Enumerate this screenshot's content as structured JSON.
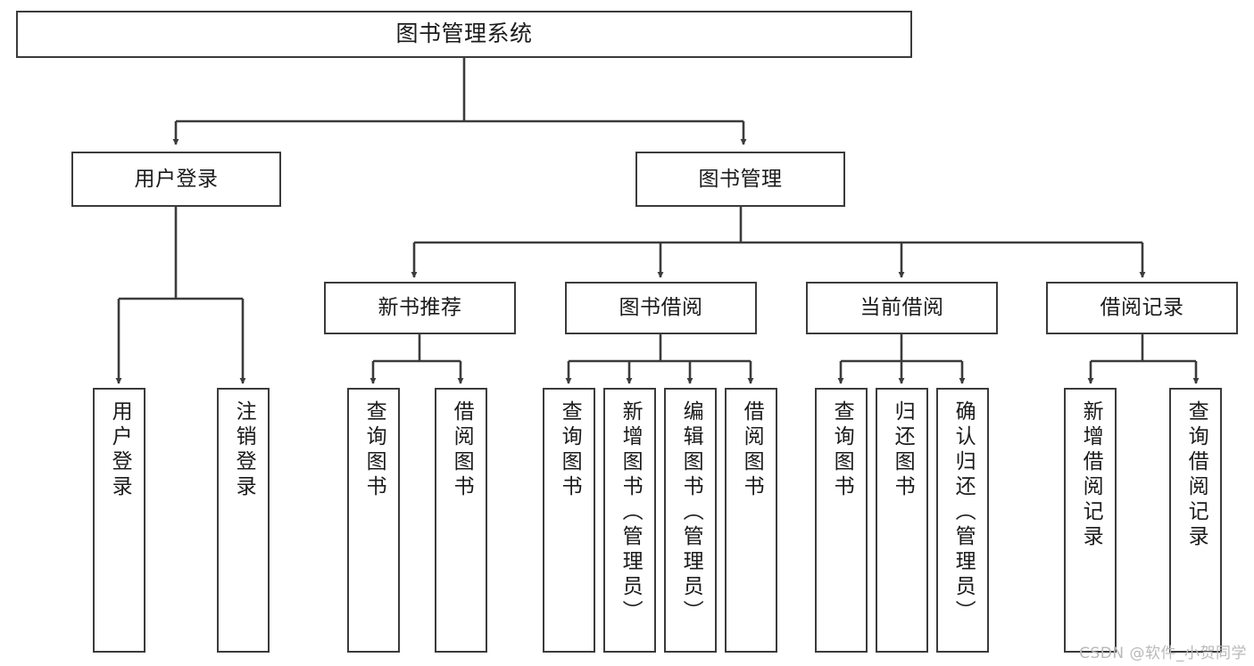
{
  "diagram": {
    "title": "图书管理系统",
    "type": "tree",
    "watermark": "CSDN @软件_小贺同学",
    "colors": {
      "box_border": "#3b3b3b",
      "box_fill": "#ffffff",
      "connector": "#3b3b3b",
      "text": "#1b1b1b",
      "watermark": "#b9b9b9",
      "background": "#ffffff"
    },
    "nodes": {
      "root": {
        "label": "图书管理系统"
      },
      "tier2": [
        {
          "label": "用户登录"
        },
        {
          "label": "图书管理"
        }
      ],
      "tier3": [
        {
          "label": "新书推荐"
        },
        {
          "label": "图书借阅"
        },
        {
          "label": "当前借阅"
        },
        {
          "label": "借阅记录"
        }
      ],
      "leaves": {
        "user_login": [
          {
            "label": "用户登录"
          },
          {
            "label": "注销登录"
          }
        ],
        "new_book": [
          {
            "label": "查询图书"
          },
          {
            "label": "借阅图书"
          }
        ],
        "book_borrow": [
          {
            "label": "查询图书"
          },
          {
            "label": "新增图书（管理员）"
          },
          {
            "label": "编辑图书（管理员）"
          },
          {
            "label": "借阅图书"
          }
        ],
        "current_borrow": [
          {
            "label": "查询图书"
          },
          {
            "label": "归还图书"
          },
          {
            "label": "确认归还（管理员）"
          }
        ],
        "borrow_record": [
          {
            "label": "新增借阅记录"
          },
          {
            "label": "查询借阅记录"
          }
        ]
      }
    },
    "edges": [
      {
        "from": "图书管理系统",
        "to": "用户登录"
      },
      {
        "from": "图书管理系统",
        "to": "图书管理"
      },
      {
        "from": "图书管理",
        "to": "新书推荐"
      },
      {
        "from": "图书管理",
        "to": "图书借阅"
      },
      {
        "from": "图书管理",
        "to": "当前借阅"
      },
      {
        "from": "图书管理",
        "to": "借阅记录"
      },
      {
        "from": "用户登录",
        "to": "用户登录"
      },
      {
        "from": "用户登录",
        "to": "注销登录"
      },
      {
        "from": "新书推荐",
        "to": "查询图书"
      },
      {
        "from": "新书推荐",
        "to": "借阅图书"
      },
      {
        "from": "图书借阅",
        "to": "查询图书"
      },
      {
        "from": "图书借阅",
        "to": "新增图书（管理员）"
      },
      {
        "from": "图书借阅",
        "to": "编辑图书（管理员）"
      },
      {
        "from": "图书借阅",
        "to": "借阅图书"
      },
      {
        "from": "当前借阅",
        "to": "查询图书"
      },
      {
        "from": "当前借阅",
        "to": "归还图书"
      },
      {
        "from": "当前借阅",
        "to": "确认归还（管理员）"
      },
      {
        "from": "借阅记录",
        "to": "新增借阅记录"
      },
      {
        "from": "借阅记录",
        "to": "查询借阅记录"
      }
    ]
  }
}
